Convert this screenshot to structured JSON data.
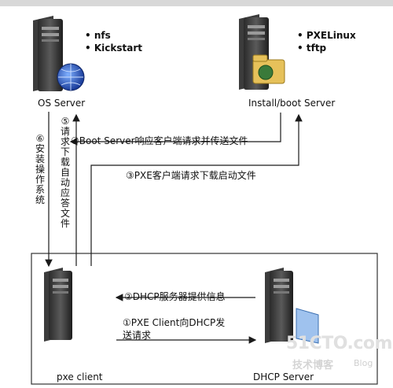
{
  "servers": {
    "os_server": {
      "label": "OS Server",
      "services": [
        "nfs",
        "Kickstart"
      ]
    },
    "install_server": {
      "label": "Install/boot Server",
      "services": [
        "PXELinux",
        "tftp"
      ]
    },
    "pxe_client": {
      "label": "pxe client"
    },
    "dhcp_server": {
      "label": "DHCP Server"
    }
  },
  "steps": {
    "step1": "①PXE Client向DHCP发\n送请求",
    "step2": "②DHCP服务器提供信息",
    "step3": "③PXE客户端请求下载启动文件",
    "step4": "④Boot Server响应客户端请求并传送文件",
    "step5": "⑤请求下载自动应答文件",
    "step6": "⑥安装操作系统"
  },
  "watermark": {
    "brand": "51CTO.com",
    "sub1": "技术博客",
    "sub2": "Blog"
  },
  "colors": {
    "arrow": "#1a1a1a",
    "box": "#333333",
    "accent_blue": "#1e4fa8"
  }
}
